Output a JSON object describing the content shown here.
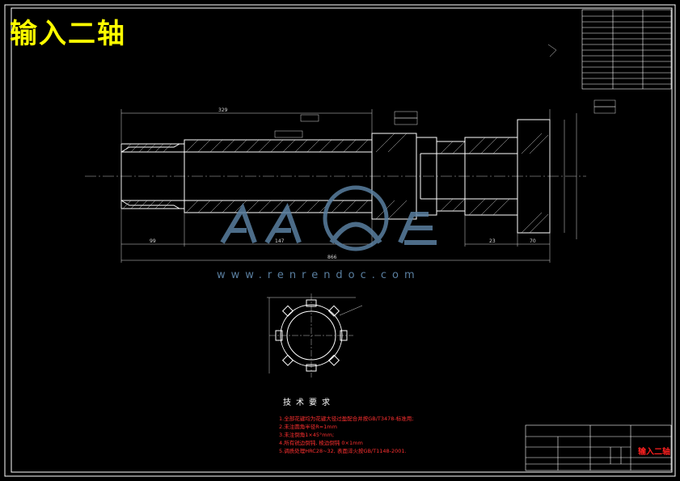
{
  "drawing": {
    "title": "输入二轴",
    "colors": {
      "background": "#000000",
      "outline": "#ffffff",
      "title": "#ffff00",
      "notes": "#ff3030",
      "dimension": "#d8d8d8",
      "watermark": "#5a7fa0",
      "centerline": "#c0c0c0"
    }
  },
  "dimensions": {
    "overall_length": "866",
    "seg_left": "99",
    "seg_mid": "147",
    "seg_right": "23",
    "seg_end": "70",
    "top_length": "329"
  },
  "watermark": {
    "url": "www.renrendoc.com"
  },
  "tech_requirements": {
    "title": "技术要求",
    "notes": [
      "1.全部花键均为花键大径过盈配合并按GB/T3478-标准用;",
      "2.未注圆角半径R=1mm",
      "3.未注倒角1×45°mm;",
      "4.所有锐边倒钝, 棱边倒钝 0×1mm",
      "5.调质处理HRC28~32, 表面淬火按GB/T1148-2001."
    ]
  },
  "title_block": {
    "part_name": "输入二轴"
  }
}
